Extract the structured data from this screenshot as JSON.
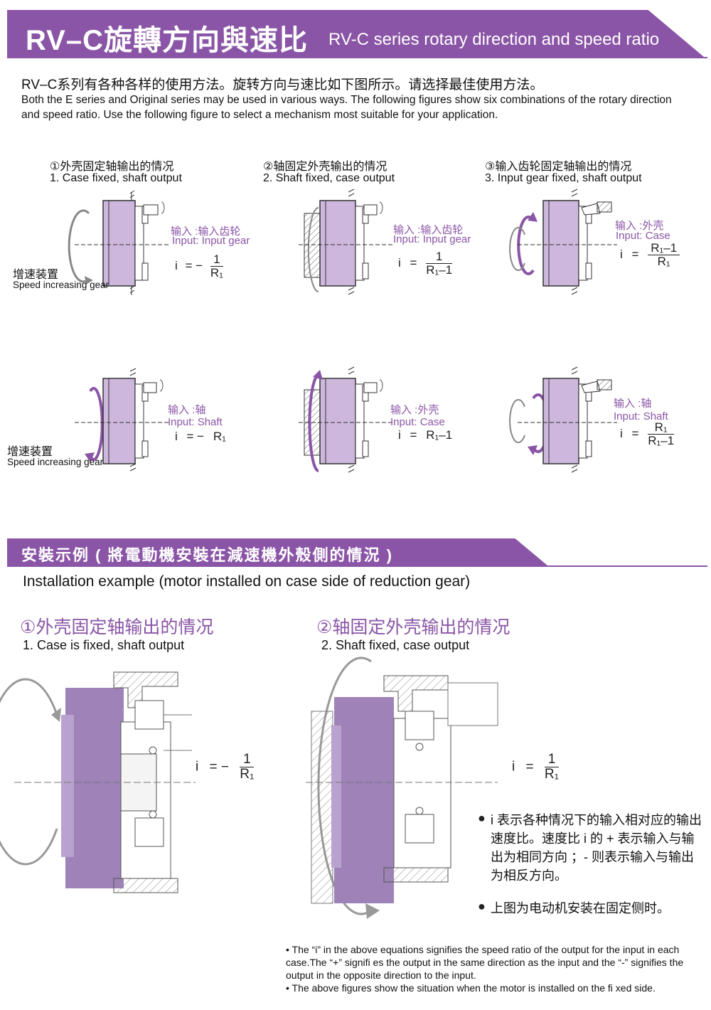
{
  "header": {
    "title_zh": "RV–C旋轉方向與速比",
    "title_en": "RV-C series rotary direction and speed ratio"
  },
  "intro": {
    "zh": "RV–C系列有各种各样的使用方法。旋转方向与速比如下图所示。请选择最佳使用方法。",
    "en": "Both the E series and Original series may be used in various ways.  The following figures show six combinations of the rotary direction and speed ratio.  Use the following figure to select a mechanism most suitable for your application."
  },
  "cases": [
    {
      "caption_zh": "①外壳固定轴输出的情况",
      "caption_en": "1. Case fixed, shaft output"
    },
    {
      "caption_zh": "②轴固定外壳输出的情况",
      "caption_en": "2. Shaft fixed, case output"
    },
    {
      "caption_zh": "③输入齿轮固定轴输出的情况",
      "caption_en": "3. Input gear fixed, shaft output"
    }
  ],
  "diagrams": [
    {
      "input_zh": "输入 :输入齿轮",
      "input_en": "Input: Input gear",
      "i_label": "i",
      "sign": "= −",
      "num": "1",
      "den": "R₁"
    },
    {
      "input_zh": "输入 :输入齿轮",
      "input_en": "Input: Input gear",
      "i_label": "i",
      "sign": "=",
      "num": "1",
      "den": "R₁–1"
    },
    {
      "input_zh": "输入 :外壳",
      "input_en": "Input: Case",
      "i_label": "i",
      "sign": "=",
      "num": "R₁–1",
      "den": "R₁"
    },
    {
      "input_zh": "输入 :轴",
      "input_en": "Input: Shaft",
      "i_label": "i",
      "sign": "= −",
      "value": "R₁"
    },
    {
      "input_zh": "输入 :外壳",
      "input_en": "Input: Case",
      "i_label": "i",
      "sign": "=",
      "value": "R₁–1"
    },
    {
      "input_zh": "输入 :轴",
      "input_en": "Input: Shaft",
      "i_label": "i",
      "sign": "=",
      "num": "R₁",
      "den": "R₁–1"
    }
  ],
  "speed_increasing": {
    "zh": "增速装置",
    "en": "Speed increasing gear"
  },
  "section": {
    "title_zh": "安裝示例 ( 將電動機安裝在減速機外殼側的情況 )",
    "title_en": "Installation example (motor installed on case side of reduction gear)"
  },
  "install": [
    {
      "caption_zh": "①外壳固定轴输出的情况",
      "caption_en": "1. Case is fixed, shaft output",
      "i_label": "i",
      "sign": "= −",
      "num": "1",
      "den": "R₁"
    },
    {
      "caption_zh": "②轴固定外壳输出的情况",
      "caption_en": "2. Shaft fixed, case output",
      "i_label": "i",
      "sign": "=",
      "num": "1",
      "den": "R₁"
    }
  ],
  "notes_zh": [
    "i 表示各种情况下的输入相对应的输出速度比。速度比 i 的 + 表示输入与输出为相同方向 ；- 则表示输入与输出为相反方向。",
    "上图为电动机安装在固定侧时。"
  ],
  "notes_en": [
    "• The “i” in the above equations signifies the speed ratio of the output for the input in each case.The “+” signifi es the output in the same direction as the input and the “-” signifies the output in the opposite direction to the input.",
    "• The above figures show the situation when the motor is installed on the fi xed side."
  ],
  "colors": {
    "accent": "#8a55a6",
    "fill": "#cdb7dc",
    "fill_dark": "#a98dc0"
  }
}
